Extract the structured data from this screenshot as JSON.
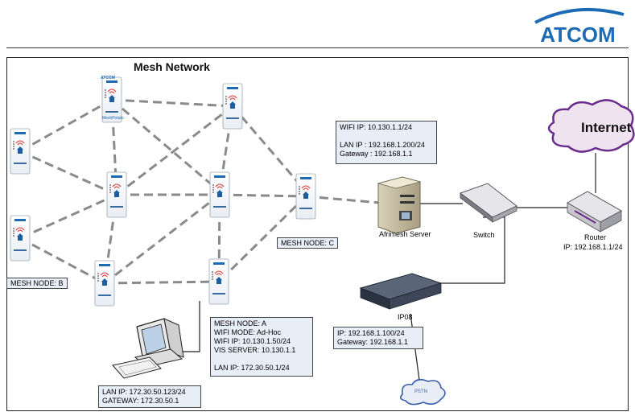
{
  "header": {
    "logo_text": "ATCOM"
  },
  "diagram": {
    "title": "Mesh Network",
    "mesh_node_brand": "ATCOM",
    "mesh_node_product": "MeshPotato",
    "labels": {
      "afrimesh_server": "Afrimesh Server",
      "switch": "Switch",
      "router": "Router",
      "router_ip": "IP: 192.168.1.1/24",
      "internet": "Internet",
      "ip08": "IP08",
      "pstn": "PSTN"
    },
    "boxes": {
      "server_info": [
        "WIFI IP: 10.130.1.1/24",
        "",
        "LAN IP : 192.168.1.200/24",
        "Gateway : 192.168.1.1"
      ],
      "node_c": "MESH NODE: C",
      "node_b": "MESH NODE: B",
      "node_a_info": [
        "MESH NODE: A",
        "WIFI MODE:  Ad-Hoc",
        "WIFI IP: 10.130.1.50/24",
        "VIS SERVER: 10.130.1.1",
        "",
        "LAN IP: 172.30.50.1/24"
      ],
      "ip08_info": [
        "IP: 192.168.1.100/24",
        "Gateway: 192.168.1.1"
      ],
      "pc_info": [
        "LAN IP: 172.30.50.123/24",
        "GATEWAY: 172.30.50.1"
      ]
    }
  }
}
